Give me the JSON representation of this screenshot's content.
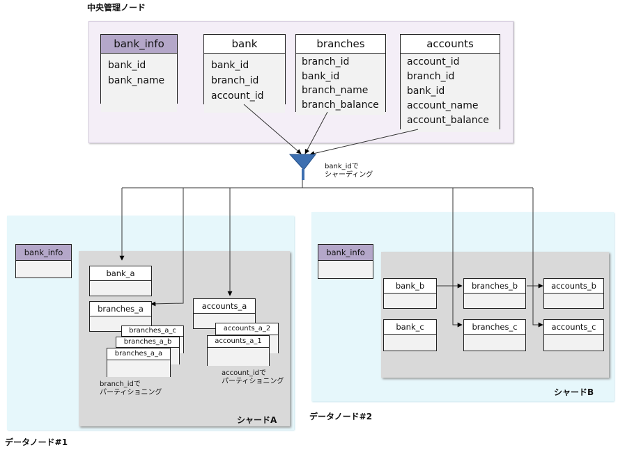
{
  "central_node": {
    "title": "中央管理ノード",
    "tables": {
      "bank_info": {
        "name": "bank_info",
        "columns": [
          "bank_id",
          "bank_name"
        ]
      },
      "bank": {
        "name": "bank",
        "columns": [
          "bank_id",
          "branch_id",
          "account_id"
        ]
      },
      "branches": {
        "name": "branches",
        "columns": [
          "branch_id",
          "bank_id",
          "branch_name",
          "branch_balance"
        ]
      },
      "accounts": {
        "name": "accounts",
        "columns": [
          "account_id",
          "branch_id",
          "bank_id",
          "account_name",
          "account_balance"
        ]
      }
    }
  },
  "sharding_label": [
    "bank_idで",
    "シャーディング"
  ],
  "data_node_1": {
    "title": "データノード#1",
    "shard_label": "シャードA",
    "bank_info": "bank_info",
    "bank_a": "bank_a",
    "branches_a": "branches_a",
    "branches_partitions": [
      "branches_a_c",
      "branches_a_b",
      "branches_a_a"
    ],
    "branch_note": [
      "branch_idで",
      "パーティショニング"
    ],
    "accounts_a": "accounts_a",
    "accounts_partitions": [
      "accounts_a_2",
      "accounts_a_1"
    ],
    "account_note": [
      "account_idで",
      "パーティショニング"
    ]
  },
  "data_node_2": {
    "title": "データノード#2",
    "shard_label": "シャードB",
    "bank_info": "bank_info",
    "bank_b": "bank_b",
    "branches_b": "branches_b",
    "accounts_b": "accounts_b",
    "bank_c": "bank_c",
    "branches_c": "branches_c",
    "accounts_c": "accounts_c"
  },
  "colors": {
    "central_bg": "#f4eef7",
    "shard_bg": "#e6f7fb",
    "panel_gray": "#d9d9d9",
    "table_header_purple": "#b4a7c9",
    "funnel_blue": "#3d6fb0"
  }
}
